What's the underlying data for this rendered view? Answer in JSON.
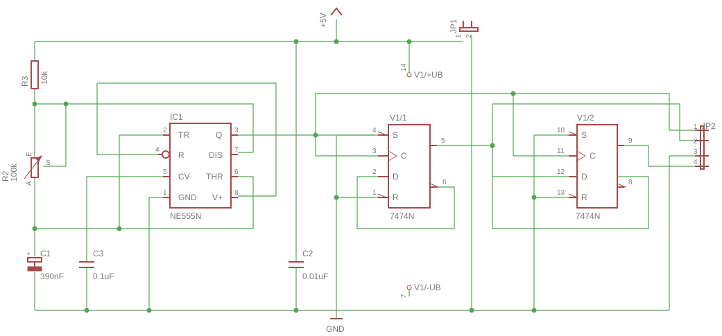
{
  "components": {
    "ic1": {
      "name": "IC1",
      "value": "NE555N",
      "pins_left": [
        "TR",
        "R",
        "CV",
        "GND"
      ],
      "pins_right": [
        "Q",
        "DIS",
        "THR",
        "V+"
      ],
      "nums_left": [
        "2",
        "4",
        "5",
        "1"
      ],
      "nums_right": [
        "3",
        "7",
        "6",
        "8"
      ]
    },
    "v1_1": {
      "name": "V1/1",
      "value": "7474N",
      "pins": [
        "S",
        "C",
        "D",
        "R"
      ],
      "nums_left": [
        "4",
        "3",
        "2",
        "1"
      ],
      "nums_right": [
        "5",
        "6"
      ]
    },
    "v1_2": {
      "name": "V1/2",
      "value": "7474N",
      "pins": [
        "S",
        "C",
        "D",
        "R"
      ],
      "nums_left": [
        "10",
        "11",
        "12",
        "13"
      ],
      "nums_right": [
        "9",
        "8"
      ]
    },
    "r3": {
      "name": "R3",
      "value": "10k"
    },
    "r2": {
      "name": "R2",
      "value": "100k",
      "pin_a": "A",
      "pin_e": "E",
      "pin_s": "S"
    },
    "c1": {
      "name": "C1",
      "value": "390nF"
    },
    "c2": {
      "name": "C2",
      "value": "0.01uF"
    },
    "c3": {
      "name": "C3",
      "value": "0.1uF"
    },
    "jp1": {
      "name": "JP1",
      "pins": [
        "1",
        "2"
      ]
    },
    "jp2": {
      "name": "JP2",
      "pins": [
        "1",
        "2",
        "3",
        "4"
      ]
    }
  },
  "supply": {
    "vcc": "+5V",
    "gnd": "GND",
    "v1_ub_pos": "V1/+UB",
    "v1_ub_pos_pin": "14",
    "v1_ub_neg": "V1/-UB",
    "v1_ub_neg_pin": "7"
  }
}
